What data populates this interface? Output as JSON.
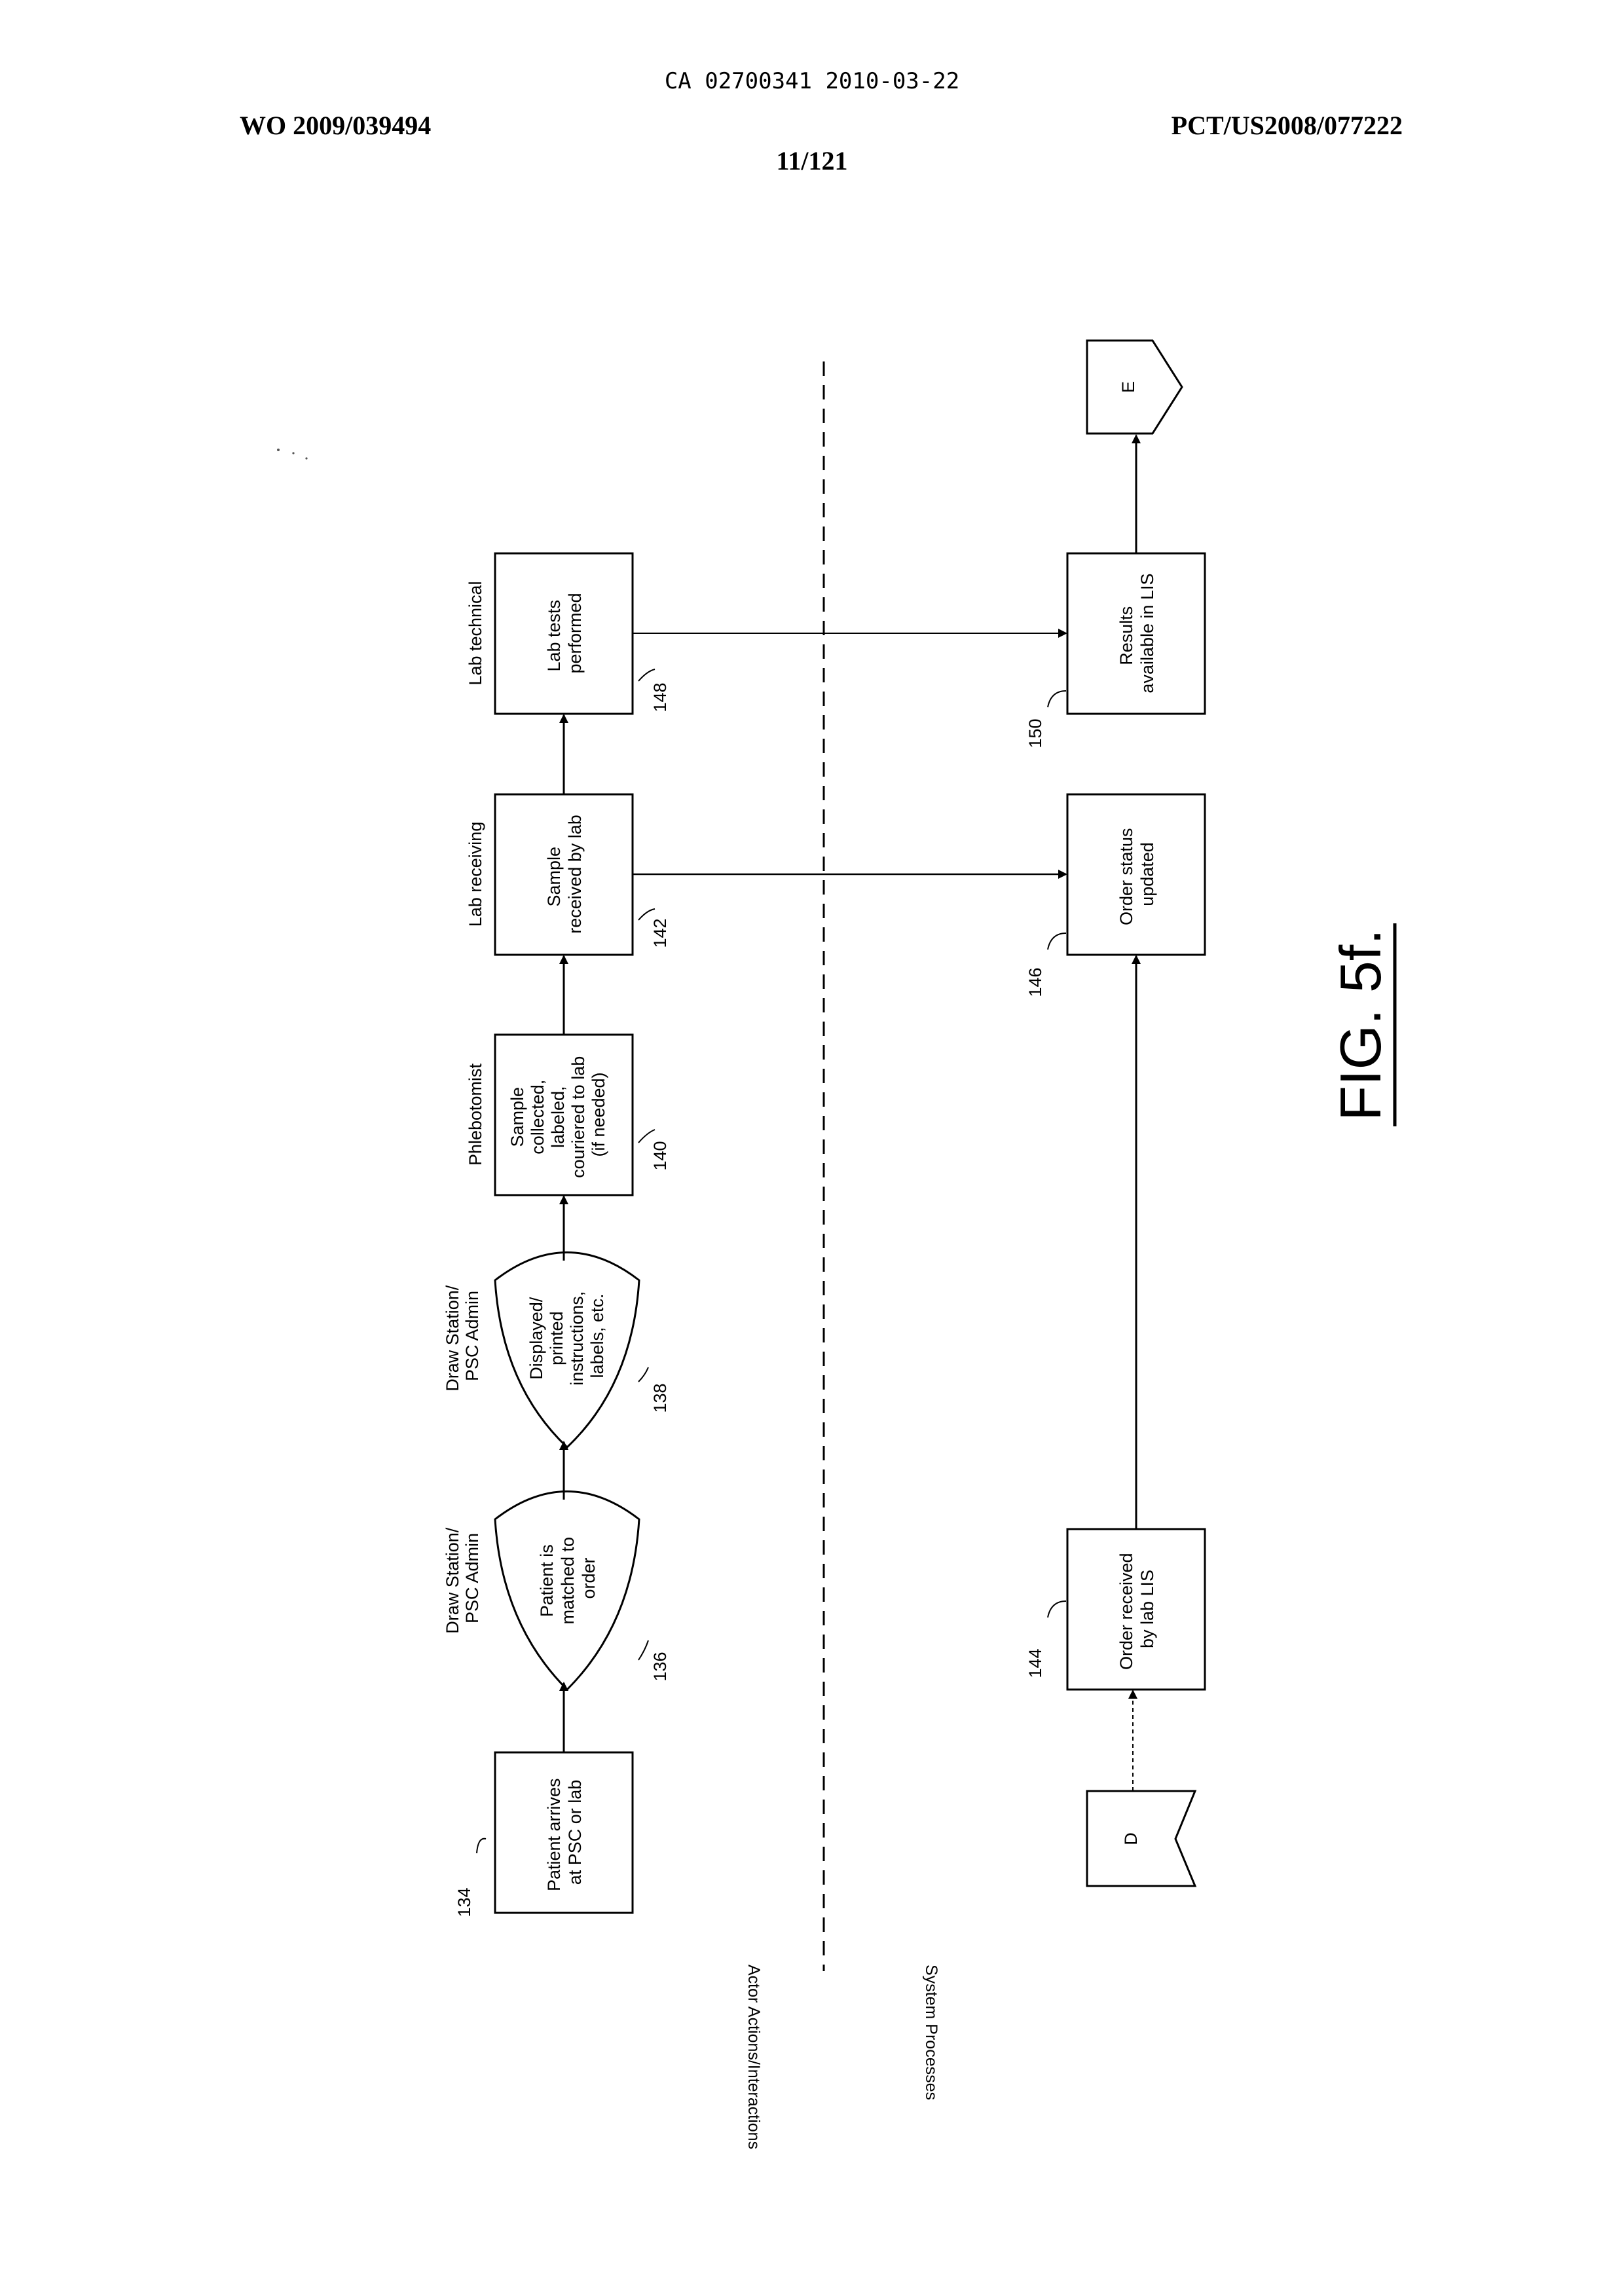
{
  "header": {
    "ca_number": "CA 02700341 2010-03-22",
    "wo_number": "WO 2009/039494",
    "pct_number": "PCT/US2008/077222",
    "page": "11/121"
  },
  "lanes": {
    "top": "Actor Actions/Interactions",
    "bottom": "System Processes"
  },
  "figure_label": "FIG. 5f.",
  "connectors": {
    "start": "D",
    "end": "E"
  },
  "steps": {
    "s134": {
      "ref": "134",
      "role": "",
      "lines": [
        "Patient arrives",
        "at PSC or lab"
      ]
    },
    "s136": {
      "ref": "136",
      "role": [
        "Draw Station/",
        "PSC Admin"
      ],
      "lines": [
        "Patient is",
        "matched to",
        "order"
      ]
    },
    "s138": {
      "ref": "138",
      "role": [
        "Draw Station/",
        "PSC Admin"
      ],
      "lines": [
        "Displayed/",
        "printed",
        "instructions,",
        "labels, etc."
      ]
    },
    "s140": {
      "ref": "140",
      "role": [
        "Phlebotomist"
      ],
      "lines": [
        "Sample",
        "collected,",
        "labeled,",
        "couriered to lab",
        "(if needed)"
      ]
    },
    "s142": {
      "ref": "142",
      "role": [
        "Lab receiving"
      ],
      "lines": [
        "Sample",
        "received by lab"
      ]
    },
    "s148": {
      "ref": "148",
      "role": [
        "Lab technical"
      ],
      "lines": [
        "Lab tests",
        "performed"
      ]
    },
    "s144": {
      "ref": "144",
      "role": "",
      "lines": [
        "Order received",
        "by lab LIS"
      ]
    },
    "s146": {
      "ref": "146",
      "role": "",
      "lines": [
        "Order status",
        "updated"
      ]
    },
    "s150": {
      "ref": "150",
      "role": "",
      "lines": [
        "Results",
        "available in LIS"
      ]
    }
  }
}
